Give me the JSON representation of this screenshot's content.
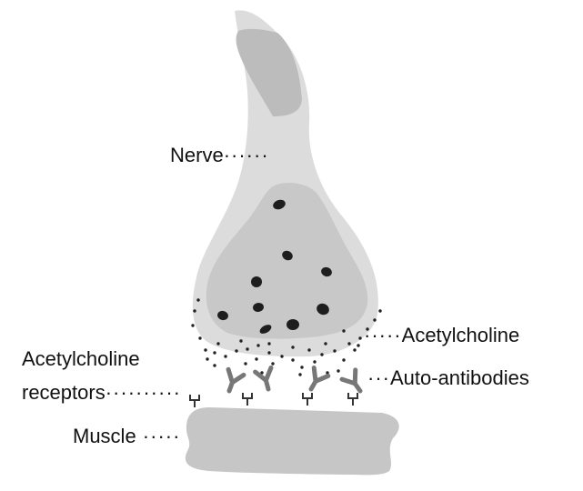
{
  "labels": {
    "nerve": "Nerve",
    "acetylcholine": "Acetylcholine",
    "receptors_line1": "Acetylcholine",
    "receptors_line2": "receptors",
    "auto_antibodies": "Auto-antibodies",
    "muscle": "Muscle"
  },
  "colors": {
    "nerve_outer": "#dcdcdc",
    "nerve_inner": "#c8c8c8",
    "vesicle": "#1e1e1e",
    "molecule_dot": "#222222",
    "antibody": "#777777",
    "receptor": "#333333",
    "muscle": "#c6c6c6",
    "nerve_tip": "#bcbcbc"
  },
  "icons": {
    "vesicle": "dark-ellipse",
    "antibody": "y-shape",
    "receptor": "cup-shape"
  }
}
